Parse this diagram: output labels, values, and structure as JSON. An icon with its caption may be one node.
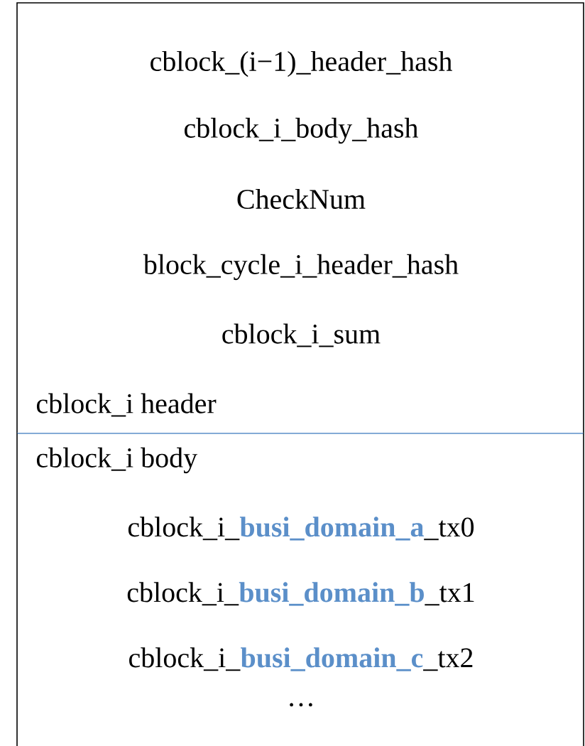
{
  "diagram": {
    "nodes": [
      {
        "text": [
          "cblock_(i−1)_header_hash",
          "cblock_i_body_hash",
          "CheckNum",
          "block_cycle_i_header_hash",
          "cblock_i_sum",
          "cblock_i header"
        ]
      },
      {
        "text": [
          "cblock_i body",
          "cblock_i_**busi_domain_a**_tx0",
          "cblock_i_**busi_domain_b**_tx1",
          "cblock_i_**busi_domain_c**_tx2",
          "…"
        ]
      }
    ]
  }
}
